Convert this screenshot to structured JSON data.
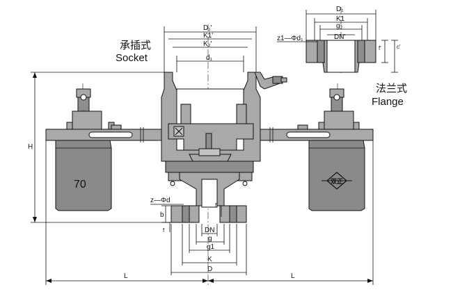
{
  "labels": {
    "socket_cn": "承插式",
    "socket_en": "Socket",
    "flange_cn": "法兰式",
    "flange_en": "Flange",
    "weight_number": "70",
    "weight_emblem": "双正"
  },
  "dimensions": {
    "socket_top": [
      "D₁'",
      "K1'",
      "K₂'",
      "d₁"
    ],
    "flange_top": [
      "D₁",
      "K1",
      "g₂",
      "DN'"
    ],
    "flange_top_holes": "z1—Φd₁",
    "flange_top_c": "c'",
    "flange_top_f": "f'",
    "bottom": [
      "DN",
      "g",
      "g1",
      "K",
      "D"
    ],
    "bottom_holes": "z—Φd",
    "bottom_b": "b",
    "bottom_f": "f",
    "bottom_f2": "f",
    "height": "H",
    "left_length": "L",
    "right_length": "L"
  }
}
